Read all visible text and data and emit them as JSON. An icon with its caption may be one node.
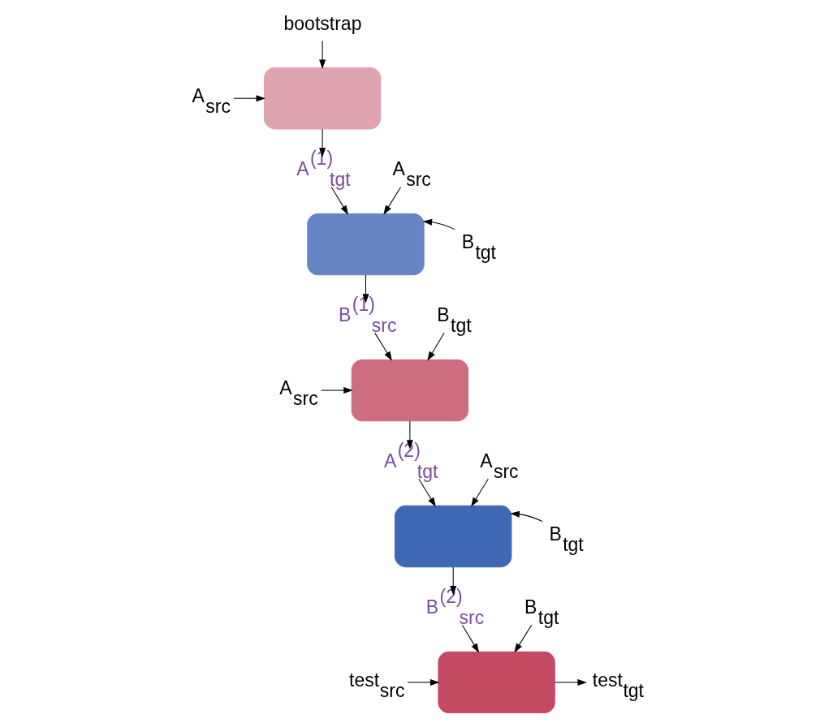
{
  "diagram": {
    "nodes": [
      {
        "text": [
          "bootstrap"
        ]
      },
      {
        "text": [
          "A$_{src}$"
        ]
      },
      {
        "text": [],
        "shape": "box"
      },
      {
        "text": [
          "A$^{(1)}$$_{tgt}$"
        ]
      },
      {
        "text": [
          "A$_{src}$"
        ]
      },
      {
        "text": [],
        "shape": "box"
      },
      {
        "text": [
          "B$_{tgt}$"
        ]
      },
      {
        "text": [
          "B$^{(1)}$$_{src}$"
        ]
      },
      {
        "text": [
          "B$_{tgt}$"
        ]
      },
      {
        "text": [
          "A$_{src}$"
        ]
      },
      {
        "text": [],
        "shape": "box"
      },
      {
        "text": [
          "A$^{(2)}$$_{tgt}$"
        ]
      },
      {
        "text": [
          "A$_{src}$"
        ]
      },
      {
        "text": [],
        "shape": "box"
      },
      {
        "text": [
          "B$_{tgt}$"
        ]
      },
      {
        "text": [
          "B$^{(2)}$$_{src}$"
        ]
      },
      {
        "text": [
          "B$_{tgt}$"
        ]
      },
      {
        "text": [
          "test$_{src}$"
        ]
      },
      {
        "text": [],
        "shape": "box"
      },
      {
        "text": [
          "test$_{tgt}$"
        ]
      }
    ],
    "edges": [
      {
        "from": 0,
        "to": 2,
        "arrow": "to"
      },
      {
        "from": 1,
        "to": 2,
        "arrow": "to"
      },
      {
        "from": 2,
        "to": 3,
        "arrow": "to"
      },
      {
        "from": 3,
        "to": 5,
        "arrow": "to"
      },
      {
        "from": 4,
        "to": 5,
        "arrow": "to"
      },
      {
        "from": 6,
        "to": 5,
        "arrow": "to"
      },
      {
        "from": 5,
        "to": 7,
        "arrow": "to"
      },
      {
        "from": 7,
        "to": 10,
        "arrow": "to"
      },
      {
        "from": 8,
        "to": 10,
        "arrow": "to"
      },
      {
        "from": 9,
        "to": 10,
        "arrow": "to"
      },
      {
        "from": 10,
        "to": 11,
        "arrow": "to"
      },
      {
        "from": 11,
        "to": 13,
        "arrow": "to"
      },
      {
        "from": 12,
        "to": 13,
        "arrow": "to"
      },
      {
        "from": 14,
        "to": 13,
        "arrow": "to"
      },
      {
        "from": 13,
        "to": 15,
        "arrow": "to"
      },
      {
        "from": 15,
        "to": 18,
        "arrow": "to"
      },
      {
        "from": 16,
        "to": 18,
        "arrow": "to"
      },
      {
        "from": 17,
        "to": 18,
        "arrow": "to"
      },
      {
        "from": 18,
        "to": 19,
        "arrow": "to"
      }
    ]
  }
}
